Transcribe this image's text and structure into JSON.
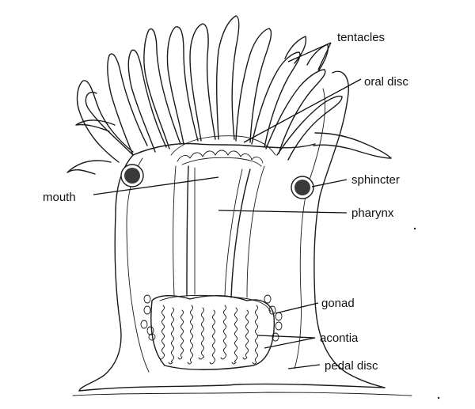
{
  "labels": {
    "tentacles": "tentacles",
    "oral_disc": "oral disc",
    "mouth": "mouth",
    "sphincter": "sphincter",
    "pharynx": "pharynx",
    "gonad": "gonad",
    "acontia": "acontia",
    "pedal_disc": "pedal disc"
  },
  "colors": {
    "ink": "#1a1a1a",
    "sphincter_fill": "#3a3a3a",
    "background": "#ffffff"
  }
}
